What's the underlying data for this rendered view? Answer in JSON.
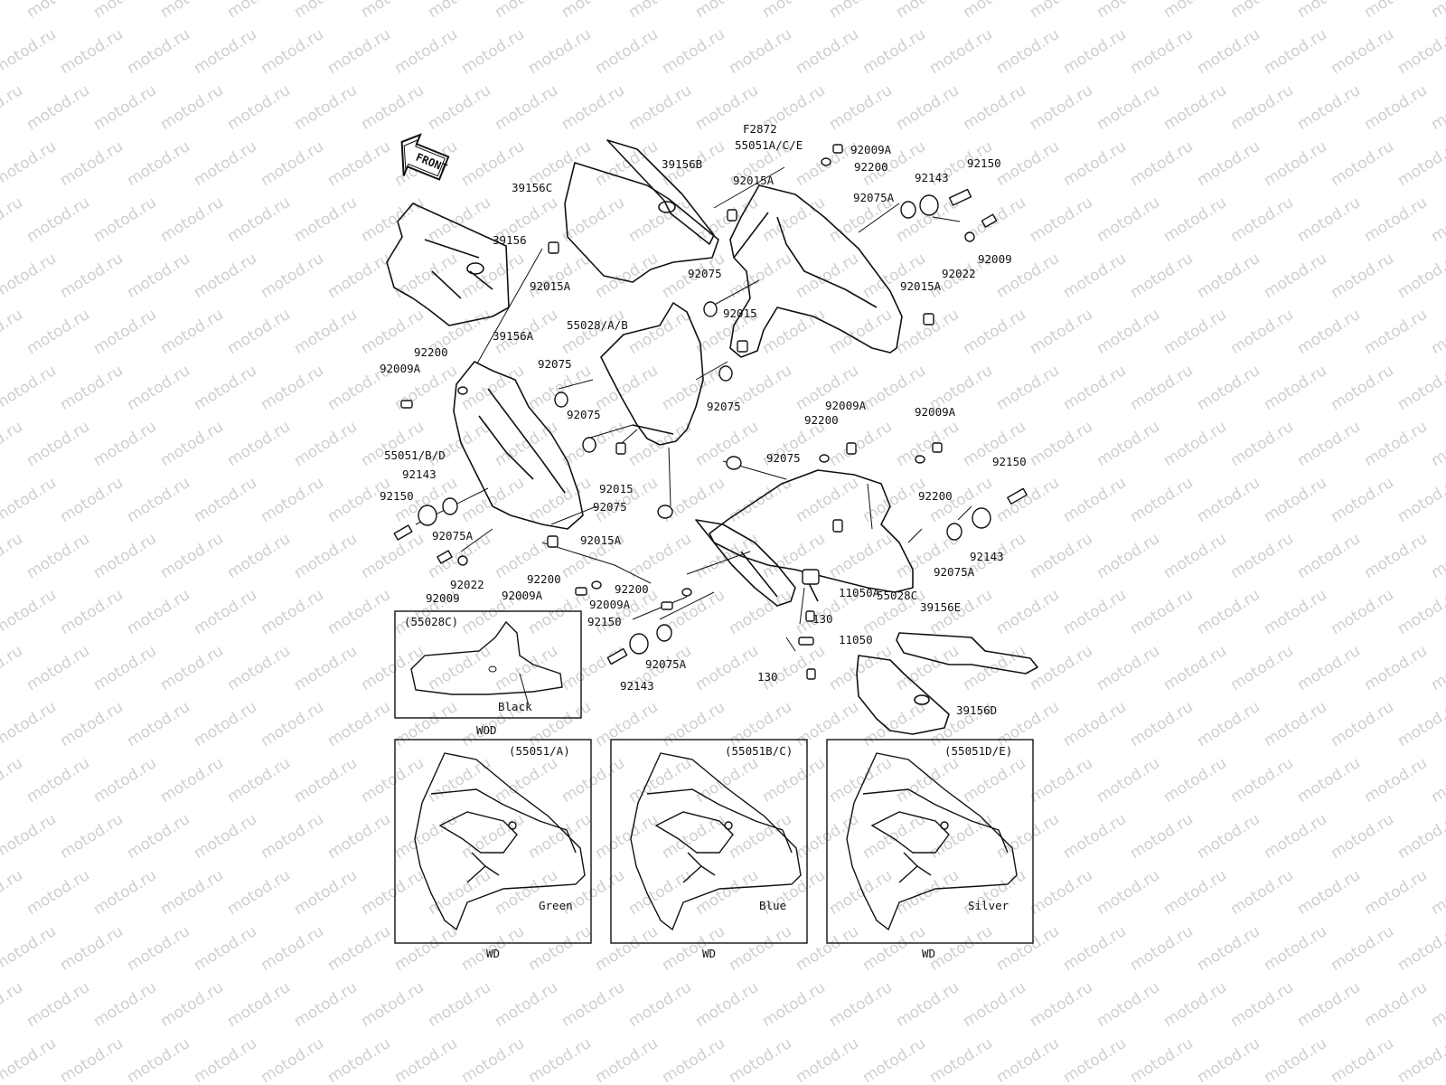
{
  "figure_code": "F2872",
  "front_arrow_label": "FRONT",
  "watermark": "motod.ru",
  "callouts": [
    {
      "id": "39156B",
      "text": "39156B"
    },
    {
      "id": "39156C",
      "text": "39156C"
    },
    {
      "id": "39156",
      "text": "39156"
    },
    {
      "id": "39156A",
      "text": "39156A"
    },
    {
      "id": "55051ACE",
      "text": "55051A/C/E"
    },
    {
      "id": "92009A_top",
      "text": "92009A"
    },
    {
      "id": "92200_top",
      "text": "92200"
    },
    {
      "id": "92015A_top",
      "text": "92015A"
    },
    {
      "id": "92143_top",
      "text": "92143"
    },
    {
      "id": "92150_top",
      "text": "92150"
    },
    {
      "id": "92075A_top",
      "text": "92075A"
    },
    {
      "id": "92009_top",
      "text": "92009"
    },
    {
      "id": "92022_top",
      "text": "92022"
    },
    {
      "id": "92075_mid",
      "text": "92075"
    },
    {
      "id": "92015A_right",
      "text": "92015A"
    },
    {
      "id": "92015A_left",
      "text": "92015A"
    },
    {
      "id": "55028AB",
      "text": "55028/A/B"
    },
    {
      "id": "92015_mid",
      "text": "92015"
    },
    {
      "id": "92200_left",
      "text": "92200"
    },
    {
      "id": "92009A_left",
      "text": "92009A"
    },
    {
      "id": "92075_left",
      "text": "92075"
    },
    {
      "id": "92075_mid2",
      "text": "92075"
    },
    {
      "id": "92075_center",
      "text": "92075"
    },
    {
      "id": "92009A_mid",
      "text": "92009A"
    },
    {
      "id": "92009A_right",
      "text": "92009A"
    },
    {
      "id": "92200_mid",
      "text": "92200"
    },
    {
      "id": "55051BD",
      "text": "55051/B/D"
    },
    {
      "id": "92075_center2",
      "text": "92075"
    },
    {
      "id": "92143_left",
      "text": "92143"
    },
    {
      "id": "92015_center",
      "text": "92015"
    },
    {
      "id": "92150_right",
      "text": "92150"
    },
    {
      "id": "92200_right",
      "text": "92200"
    },
    {
      "id": "92150_left",
      "text": "92150"
    },
    {
      "id": "92075_low",
      "text": "92075"
    },
    {
      "id": "92075A_left",
      "text": "92075A"
    },
    {
      "id": "92015A_low",
      "text": "92015A"
    },
    {
      "id": "92143_right",
      "text": "92143"
    },
    {
      "id": "92075A_right",
      "text": "92075A"
    },
    {
      "id": "92022_left",
      "text": "92022"
    },
    {
      "id": "92009_left",
      "text": "92009"
    },
    {
      "id": "92200_low1",
      "text": "92200"
    },
    {
      "id": "92200_low2",
      "text": "92200"
    },
    {
      "id": "11050A",
      "text": "11050A"
    },
    {
      "id": "92009A_low1",
      "text": "92009A"
    },
    {
      "id": "55028C",
      "text": "55028C"
    },
    {
      "id": "92009A_low2",
      "text": "92009A"
    },
    {
      "id": "130_a",
      "text": "130"
    },
    {
      "id": "39156E",
      "text": "39156E"
    },
    {
      "id": "92150_low",
      "text": "92150"
    },
    {
      "id": "11050",
      "text": "11050"
    },
    {
      "id": "92075A_low",
      "text": "92075A"
    },
    {
      "id": "130_b",
      "text": "130"
    },
    {
      "id": "92143_low",
      "text": "92143"
    },
    {
      "id": "39156D",
      "text": "39156D"
    }
  ],
  "inset_wod": {
    "code": "(55028C)",
    "color": "Black",
    "region": "WOD"
  },
  "variants": [
    {
      "code": "(55051/A)",
      "color": "Green",
      "region": "WD"
    },
    {
      "code": "(55051B/C)",
      "color": "Blue",
      "region": "WD"
    },
    {
      "code": "(55051D/E)",
      "color": "Silver",
      "region": "WD"
    }
  ]
}
